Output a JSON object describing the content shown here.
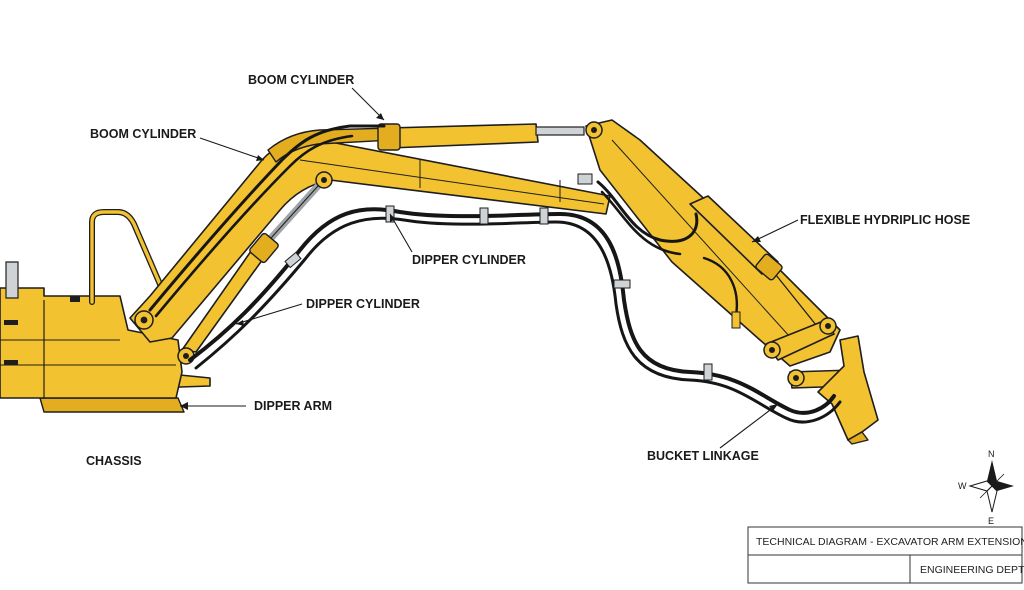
{
  "labels": {
    "boom_cylinder_top": "BOOM CYLINDER",
    "boom_cylinder_left": "BOOM CYLINDER",
    "dipper_cylinder_center": "DIPPER CYLINDER",
    "dipper_cylinder_lower": "DIPPER CYLINDER",
    "flexible_hose": "FLEXIBLE HYDRIPLIC HOSE",
    "dipper_arm": "DIPPER ARM",
    "chassis": "CHASSIS",
    "bucket_linkage": "BUCKET LINKAGE"
  },
  "compass": {
    "n": "N",
    "w": "W",
    "e": "E"
  },
  "title_block": {
    "title": "TECHNICAL DIAGRAM - EXCAVATOR ARM EXTENSION",
    "department": "ENGINEERING DEPT."
  },
  "colors": {
    "body_yellow": "#f2c230",
    "outline": "#1e1e1e",
    "hose": "#161616",
    "background": "#ffffff"
  }
}
